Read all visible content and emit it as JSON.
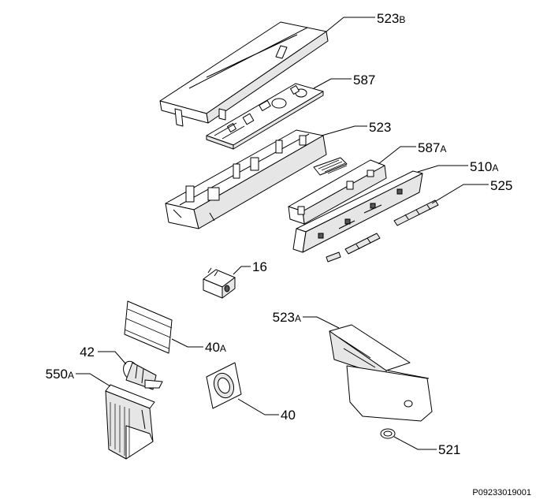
{
  "callouts": [
    {
      "id": "523B",
      "number": "523",
      "suffix": "B"
    },
    {
      "id": "587",
      "number": "587",
      "suffix": ""
    },
    {
      "id": "523",
      "number": "523",
      "suffix": ""
    },
    {
      "id": "587A",
      "number": "587",
      "suffix": "A"
    },
    {
      "id": "510A",
      "number": "510",
      "suffix": "A"
    },
    {
      "id": "525",
      "number": "525",
      "suffix": ""
    },
    {
      "id": "16",
      "number": "16",
      "suffix": ""
    },
    {
      "id": "523A",
      "number": "523",
      "suffix": "A"
    },
    {
      "id": "40A",
      "number": "40",
      "suffix": "A"
    },
    {
      "id": "42",
      "number": "42",
      "suffix": ""
    },
    {
      "id": "550A",
      "number": "550",
      "suffix": "A"
    },
    {
      "id": "40",
      "number": "40",
      "suffix": ""
    },
    {
      "id": "521",
      "number": "521",
      "suffix": ""
    }
  ],
  "document_ref": "P09233019001"
}
